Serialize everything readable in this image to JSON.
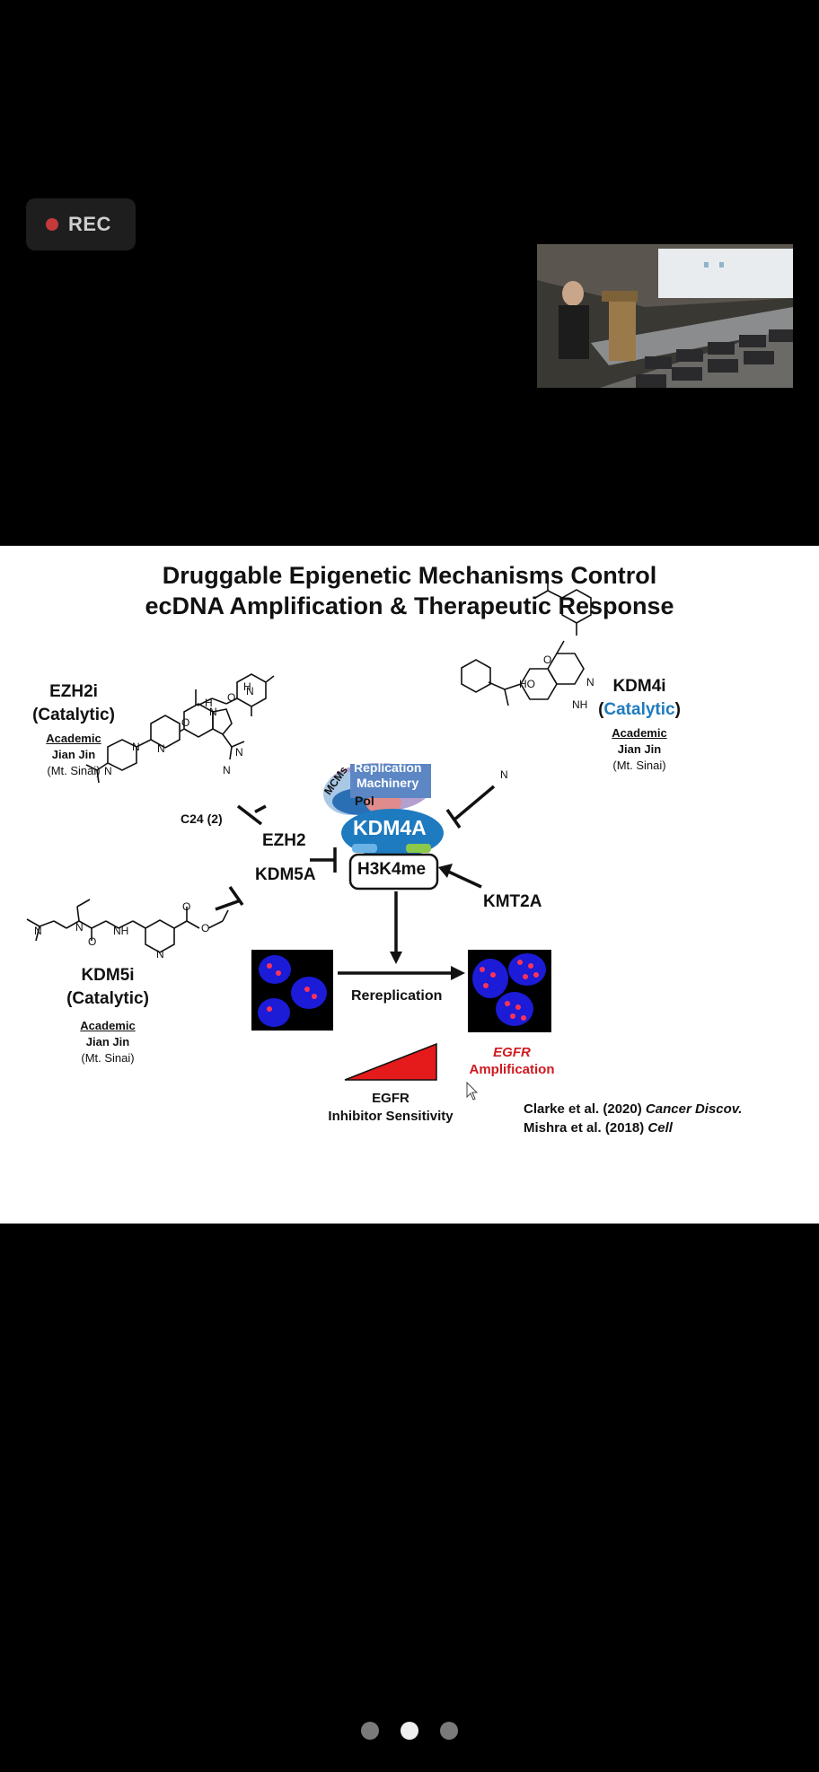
{
  "recording": {
    "label": "REC"
  },
  "slide": {
    "title_line1": "Druggable Epigenetic Mechanisms Control",
    "title_line2": "ecDNA Amplification & Therapeutic Response",
    "ezh2i": {
      "name": "EZH2i",
      "type": "(Catalytic)",
      "category": "Academic",
      "person": "Jian Jin",
      "place": "(Mt. Sinai)",
      "compound": "C24 (2)"
    },
    "kdm4i": {
      "name": "KDM4i",
      "type_open": "(",
      "type_word": "Catalytic",
      "type_close": ")",
      "category": "Academic",
      "person": "Jian Jin",
      "place": "(Mt. Sinai)"
    },
    "kdm5i": {
      "name": "KDM5i",
      "type": "(Catalytic)",
      "category": "Academic",
      "person": "Jian Jin",
      "place": "(Mt. Sinai)"
    },
    "center": {
      "replication": "Replication",
      "machinery": "Machinery",
      "mcms": "MCMs",
      "pol": "Pol",
      "kdm4a": "KDM4A",
      "h3k4me": "H3K4me",
      "ezh2": "EZH2",
      "kdm5a": "KDM5A",
      "kmt2a": "KMT2A"
    },
    "rereplication": "Rereplication",
    "egfr_italic": "EGFR",
    "amplification": "Amplification",
    "egfr_label": "EGFR",
    "inhibitor_sensitivity": "Inhibitor Sensitivity",
    "refs": [
      {
        "authors": "Clarke et al. (2020)",
        "journal": "Cancer Discov."
      },
      {
        "authors": "Mishra et al. (2018)",
        "journal": "Cell"
      }
    ],
    "chem_labels": {
      "ho": "HO",
      "o": "O",
      "nh": "NH",
      "n": "N",
      "h": "H"
    }
  },
  "colors": {
    "accent_blue": "#1f7bbf",
    "egfr_red": "#d0191f",
    "rec_dot": "#c23a3a"
  },
  "pager": {
    "count": 3,
    "active_index": 1
  }
}
